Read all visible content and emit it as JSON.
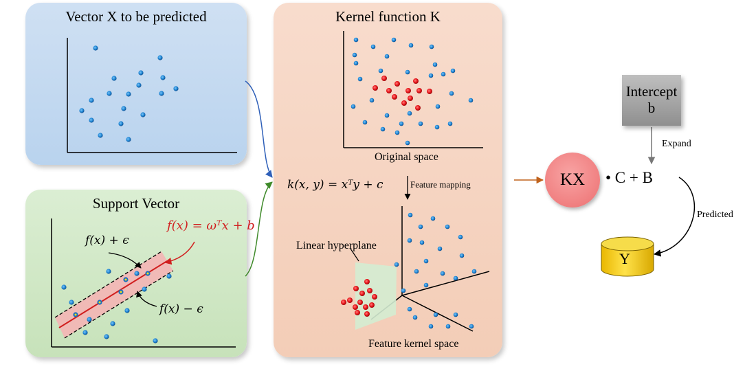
{
  "panels": {
    "vector_x": {
      "title": "Vector X to be predicted"
    },
    "support_vector": {
      "title": "Support Vector",
      "upper_margin": "f(x) + ϵ",
      "lower_margin": "f(x) − ϵ",
      "regression_eq": "f(x) = ωᵀx + b"
    },
    "kernel": {
      "title": "Kernel function K",
      "original_space_label": "Original space",
      "kernel_eq": "k(x, y) = xᵀy + c",
      "feature_mapping_label": "Feature mapping",
      "hyperplane_label": "Linear hyperplane",
      "feature_space_label": "Feature kernel space"
    }
  },
  "right_side": {
    "kx_label": "KX",
    "formula_rest": "• C + B",
    "intercept_line1": "Intercept",
    "intercept_line2": "b",
    "expand_label": "Expand",
    "predicted_label": "Predicted",
    "output_label": "Y"
  },
  "colors": {
    "blue_panel": "#c4daf0",
    "green_panel": "#d1e8c6",
    "kernel_panel": "#f5d3bf",
    "point_blue": "#1f87d6",
    "point_red": "#e8161b",
    "band_fill": "#f4b5b5",
    "kx_circle": "#f08c8c",
    "cylinder": "#f3d21a",
    "intercept_box": "#a8a8a8",
    "arrow_blue": "#2e5fb8",
    "arrow_green": "#3f8a2a",
    "arrow_orange": "#c0621c"
  }
}
